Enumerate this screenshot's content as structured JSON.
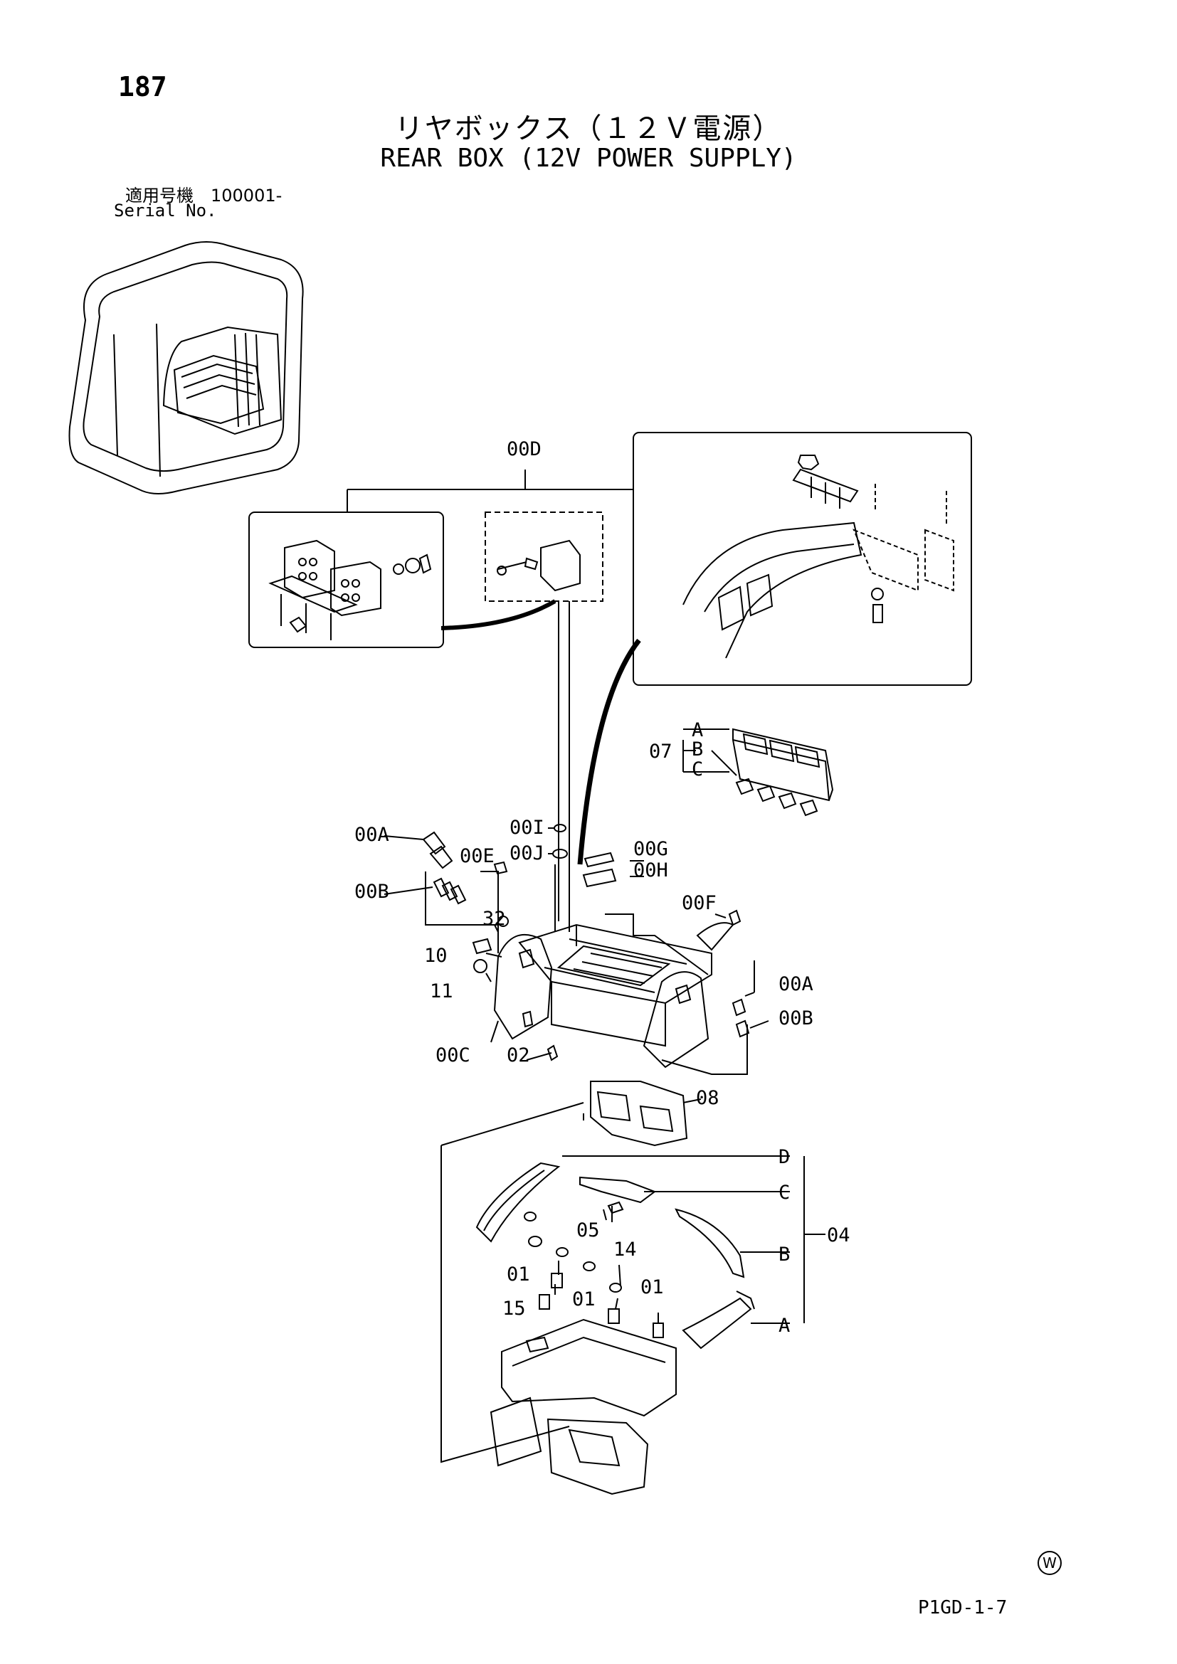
{
  "header": {
    "page_number": "187",
    "title_jp": "リヤボックス（１２Ｖ電源）",
    "title_en": "REAR BOX (12V POWER SUPPLY)",
    "serial_jp": "適用号機　100001-",
    "serial_en": "Serial No."
  },
  "callouts": {
    "c00D": "00D",
    "c07": "07",
    "c07A": "A",
    "c07B": "B",
    "c07C": "C",
    "c00I": "00I",
    "c00J": "00J",
    "c00G": "00G",
    "c00H": "00H",
    "c00A_left": "00A",
    "c00E": "00E",
    "c00B_left": "00B",
    "c00F": "00F",
    "c32": "32",
    "c10": "10",
    "c11": "11",
    "c00A_right": "00A",
    "c00B_right": "00B",
    "c00C": "00C",
    "c02": "02",
    "c08": "08",
    "c04D": "D",
    "c04C": "C",
    "c04B": "B",
    "c04A": "A",
    "c04": "04",
    "c05": "05",
    "c14": "14",
    "c01_a": "01",
    "c15": "15",
    "c01_b": "01",
    "c01_c": "01"
  },
  "footer": {
    "copyright_mark": "W",
    "page_code": "P1GD-1-7"
  }
}
